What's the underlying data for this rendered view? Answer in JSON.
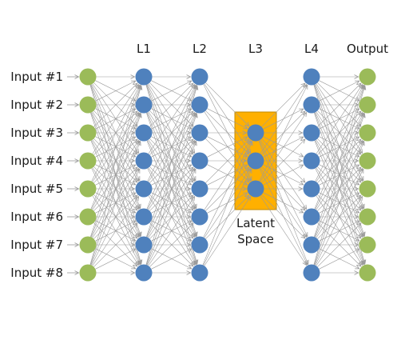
{
  "colors": {
    "input_node": "#9bbb59",
    "hidden_node": "#4f81bd",
    "output_node": "#9bbb59",
    "latent_box": "#ffb000",
    "latent_border": "#c08a00",
    "connection": "#9a9a9a"
  },
  "layers": [
    {
      "label": "",
      "count": 8,
      "kind": "input"
    },
    {
      "label": "L1",
      "count": 8,
      "kind": "hidden"
    },
    {
      "label": "L2",
      "count": 8,
      "kind": "hidden"
    },
    {
      "label": "L3",
      "count": 3,
      "kind": "hidden"
    },
    {
      "label": "L4",
      "count": 8,
      "kind": "hidden"
    },
    {
      "label": "Output",
      "count": 8,
      "kind": "output"
    }
  ],
  "inputs": [
    "Input #1",
    "Input #2",
    "Input #3",
    "Input #4",
    "Input #5",
    "Input #6",
    "Input #7",
    "Input #8"
  ],
  "latent": {
    "line1": "Latent",
    "line2": "Space"
  }
}
